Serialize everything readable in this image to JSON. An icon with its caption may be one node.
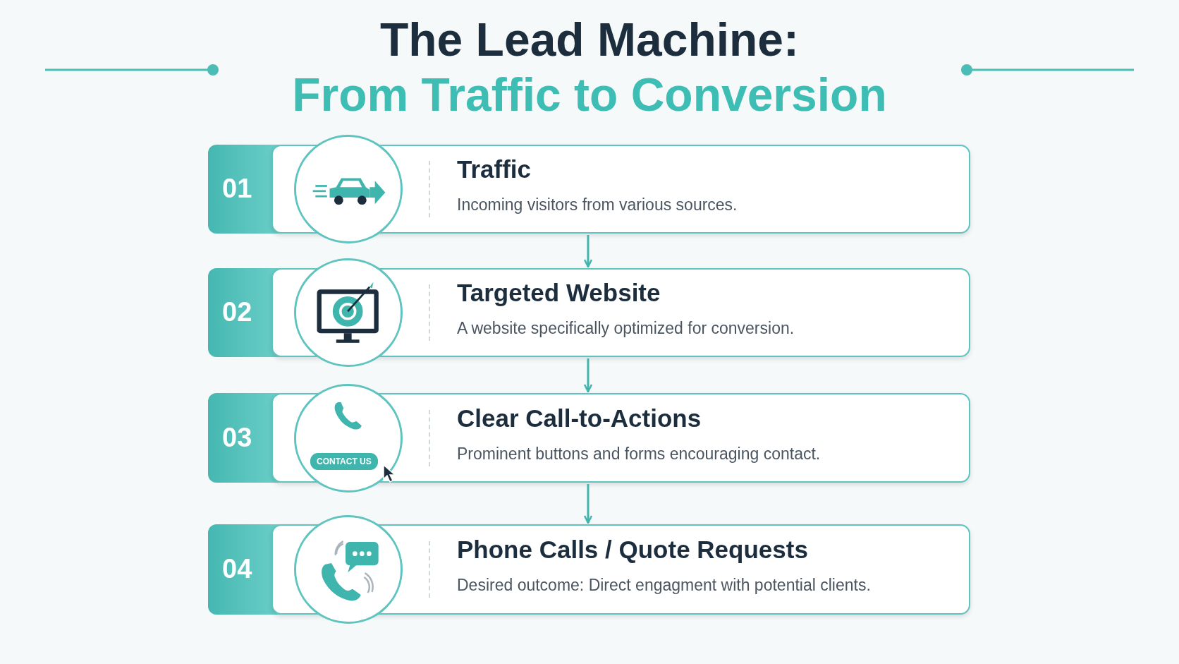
{
  "diagram": {
    "title": "The Lead Machine:",
    "nodes": [
      {
        "text": [
          "01",
          "Traffic",
          "Incoming visitors from various sources."
        ]
      },
      {
        "text": [
          "02",
          "Targeted Website",
          "A website specifically optimized for conversion."
        ]
      },
      {
        "text": [
          "03",
          "Clear Call-to-Actions",
          "Prominent buttons and forms encouraging contact."
        ]
      },
      {
        "text": [
          "04",
          "Phone Calls / Quote Requests",
          "Desired outcome: Direct engagment with potential clients."
        ]
      }
    ],
    "edges": [
      {
        "from": 0,
        "to": 1,
        "arrow": "to"
      },
      {
        "from": 1,
        "to": 2,
        "arrow": "to"
      },
      {
        "from": 2,
        "to": 3,
        "arrow": "to"
      }
    ],
    "labels": [
      "From Traffic to Conversion",
      "CONTACT US"
    ]
  }
}
